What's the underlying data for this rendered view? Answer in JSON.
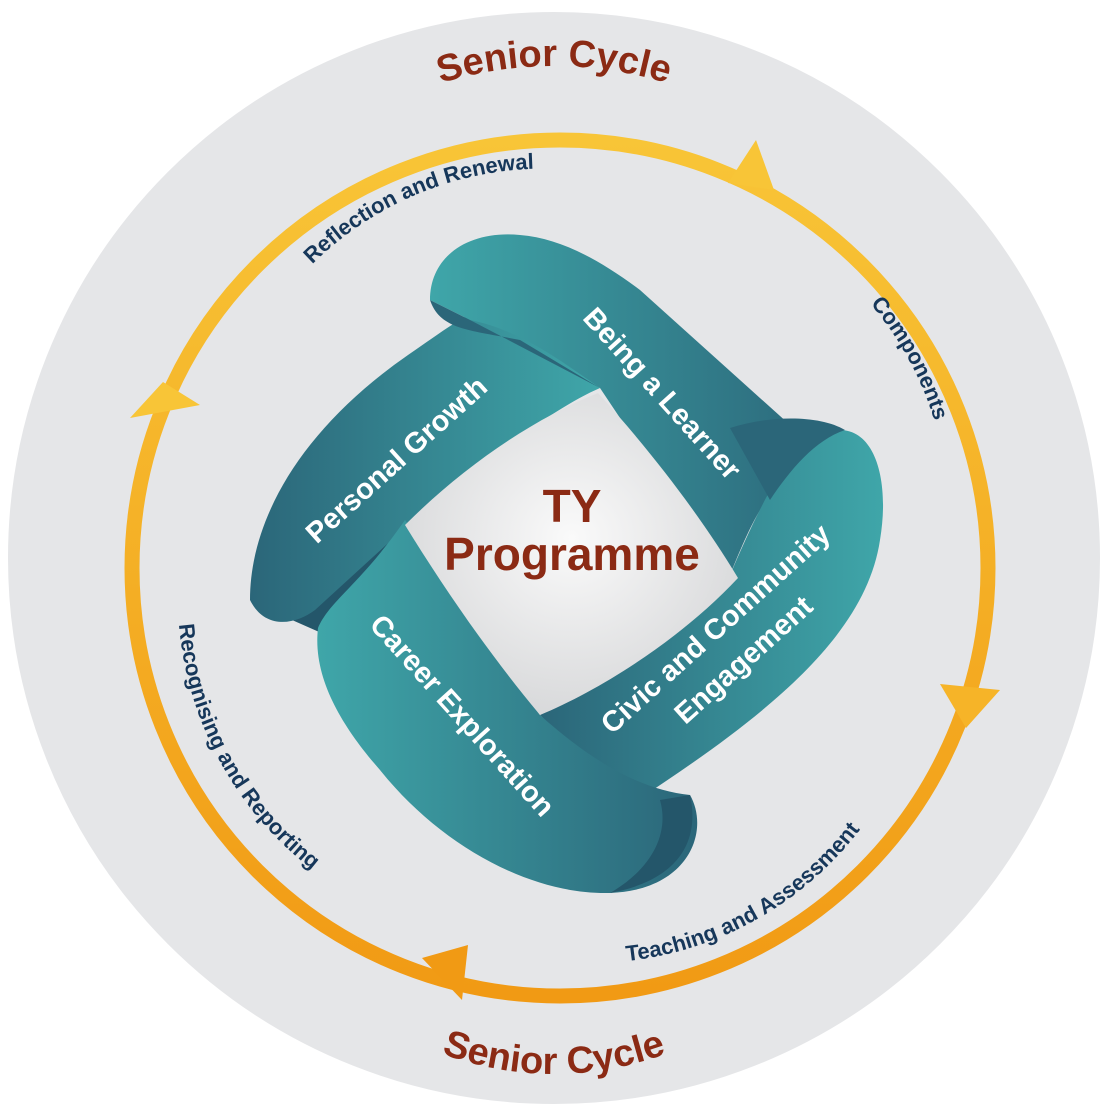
{
  "diagram": {
    "outer_titles": {
      "top": "Senior Cycle",
      "bottom": "Senior Cycle"
    },
    "cycle_stages": {
      "reflection": "Reflection and Renewal",
      "components": "Components",
      "teaching": "Teaching and Assessment",
      "recognising": "Recognising and Reporting"
    },
    "components": {
      "personal_growth": "Personal Growth",
      "being_learner": "Being a Learner",
      "civic_line1": "Civic and Community",
      "civic_line2": "Engagement",
      "career": "Career Exploration"
    },
    "center": {
      "line1": "TY",
      "line2": "Programme"
    },
    "colors": {
      "outer_circle": "#e5e6e8",
      "cycle_ring_top": "#f8c537",
      "cycle_ring_bottom": "#f19a14",
      "band_light": "#3fa6a9",
      "band_dark": "#2b6679",
      "center_panel": "#f1f1f1",
      "title_red": "#8b2a14",
      "label_navy": "#16375a"
    }
  }
}
